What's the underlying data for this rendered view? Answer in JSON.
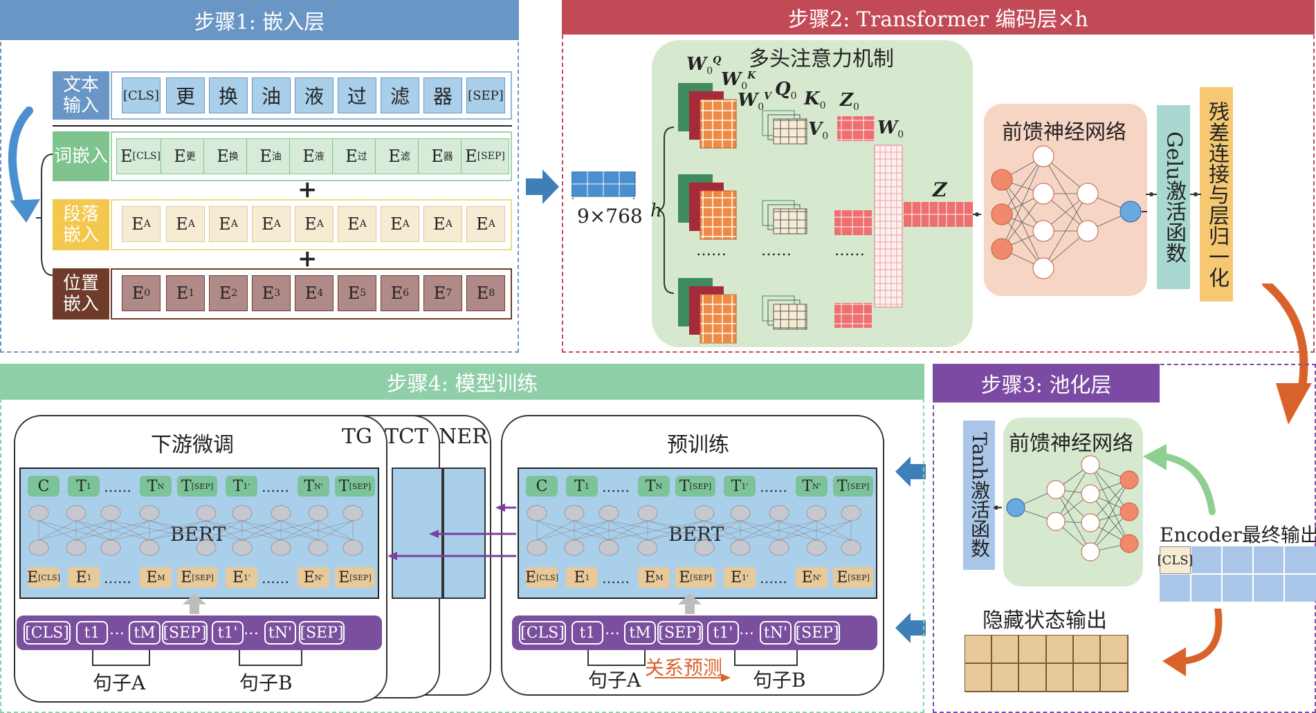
{
  "step1": {
    "title": "步骤1: 嵌入层",
    "text_input_label": "文本输入",
    "tokens": [
      "[CLS]",
      "更",
      "换",
      "油",
      "液",
      "过",
      "滤",
      "器",
      "[SEP]"
    ],
    "word_embed_label": "词嵌入",
    "word_embeds": [
      [
        "E",
        "[CLS]"
      ],
      [
        "E",
        "更"
      ],
      [
        "E",
        "换"
      ],
      [
        "E",
        "油"
      ],
      [
        "E",
        "液"
      ],
      [
        "E",
        "过"
      ],
      [
        "E",
        "滤"
      ],
      [
        "E",
        "器"
      ],
      [
        "E",
        "[SEP]"
      ]
    ],
    "segment_label": "段落嵌入",
    "segment_embeds": [
      [
        "E",
        "A"
      ],
      [
        "E",
        "A"
      ],
      [
        "E",
        "A"
      ],
      [
        "E",
        "A"
      ],
      [
        "E",
        "A"
      ],
      [
        "E",
        "A"
      ],
      [
        "E",
        "A"
      ],
      [
        "E",
        "A"
      ],
      [
        "E",
        "A"
      ]
    ],
    "position_label": "位置嵌入",
    "position_embeds": [
      [
        "E",
        "0"
      ],
      [
        "E",
        "1"
      ],
      [
        "E",
        "2"
      ],
      [
        "E",
        "3"
      ],
      [
        "E",
        "4"
      ],
      [
        "E",
        "5"
      ],
      [
        "E",
        "6"
      ],
      [
        "E",
        "7"
      ],
      [
        "E",
        "8"
      ]
    ],
    "plus": "+"
  },
  "matrix_label": "9×768",
  "step2": {
    "title": "步骤2: Transformer 编码层×h",
    "mha_title": "多头注意力机制",
    "wq": [
      "W",
      "0",
      "Q"
    ],
    "wk": [
      "W",
      "0",
      "K"
    ],
    "wv": [
      "W",
      "0",
      "V"
    ],
    "q0": [
      "Q",
      "0"
    ],
    "k0": [
      "K",
      "0"
    ],
    "v0": [
      "V",
      "0"
    ],
    "z0": [
      "Z",
      "0"
    ],
    "w0": [
      "W",
      "0"
    ],
    "z": "Z",
    "h": "h",
    "dots": "……",
    "ffn_title": "前馈神经网络",
    "gelu": "Gelu激活函数",
    "residual": "残差连接与层归一化"
  },
  "step3": {
    "title": "步骤3: 池化层",
    "tanh": "Tanh激活函数",
    "ffn_title": "前馈神经网络",
    "encoder_out": "Encoder最终输出",
    "cls": "[CLS]",
    "hidden_out": "隐藏状态输出"
  },
  "step4": {
    "title": "步骤4: 模型训练",
    "finetune_title": "下游微调",
    "tasks": [
      "TG",
      "TCT",
      "NER"
    ],
    "pretrain_title": "预训练",
    "bert": "BERT",
    "top_tokens": [
      [
        "C",
        ""
      ],
      [
        "T",
        "1"
      ],
      [
        "……",
        ""
      ],
      [
        "T",
        "N"
      ],
      [
        "T",
        "[SEP]"
      ],
      [
        "T",
        "1'"
      ],
      [
        "……",
        ""
      ],
      [
        "T",
        "N'"
      ],
      [
        "T",
        "[SEP]"
      ]
    ],
    "bottom_tokens": [
      [
        "E",
        "[CLS]"
      ],
      [
        "E",
        "1"
      ],
      [
        "……",
        ""
      ],
      [
        "E",
        "M"
      ],
      [
        "E",
        "[SEP]"
      ],
      [
        "E",
        "1'"
      ],
      [
        "……",
        ""
      ],
      [
        "E",
        "N'"
      ],
      [
        "E",
        "[SEP]"
      ]
    ],
    "inputs": [
      "[CLS]",
      "t1",
      "…",
      "tM",
      "[SEP]",
      "t1'",
      "…",
      "tN'",
      "[SEP]"
    ],
    "sentence_a": "句子A",
    "sentence_b": "句子B",
    "relation": "关系预测"
  },
  "colors": {
    "step1": "#6a96c5",
    "step2": "#c24a56",
    "step3": "#7b4aa2",
    "step4": "#8fcfa8",
    "orange_arrow": "#d9622a",
    "blue_arrow": "#3e7fb8"
  }
}
